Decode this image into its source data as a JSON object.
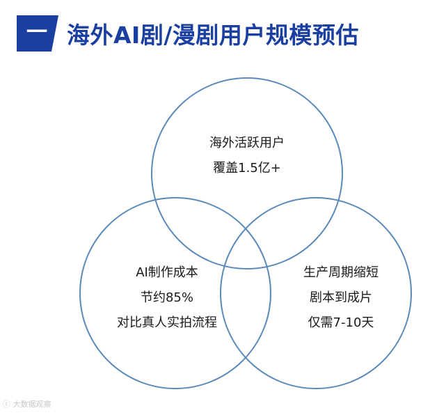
{
  "header": {
    "number": "一",
    "title": "海外AI剧/漫剧用户规模预估",
    "accent_color": "#1a3fa0"
  },
  "venn": {
    "stroke_color": "#5b8ab8",
    "circles": [
      {
        "name": "top",
        "lines": [
          "海外活跃用户",
          "覆盖1.5亿+"
        ]
      },
      {
        "name": "left",
        "lines": [
          "AI制作成本",
          "节约85%",
          "对比真人实拍流程"
        ]
      },
      {
        "name": "right",
        "lines": [
          "生产周期缩短",
          "剧本到成片",
          "仅需7-10天"
        ]
      }
    ]
  },
  "watermark": {
    "text": "ⓒ 大数据观察"
  }
}
